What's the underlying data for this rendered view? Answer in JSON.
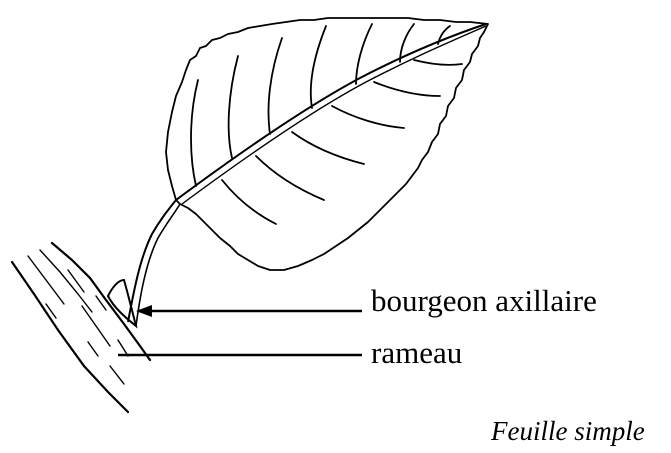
{
  "labels": {
    "bud": "bourgeon axillaire",
    "twig": "rameau"
  },
  "caption": "Feuille simple",
  "colors": {
    "ink": "#000000",
    "background": "#ffffff"
  }
}
